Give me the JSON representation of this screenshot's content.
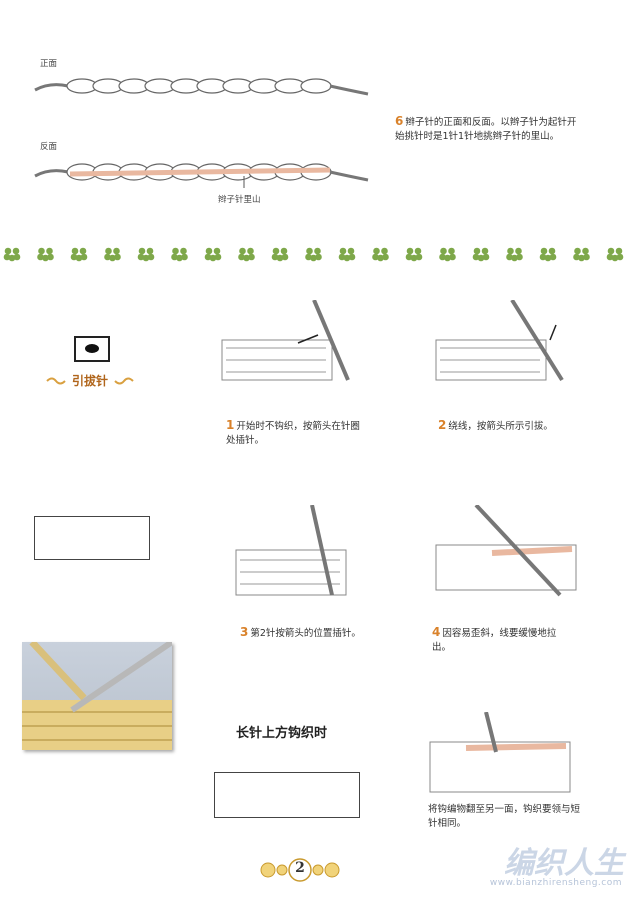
{
  "top": {
    "front_label": "正面",
    "back_label": "反面",
    "back_mount_label": "辫子针里山",
    "step6_num": "6",
    "step6_text": "辫子针的正面和反面。以辫子针为起针开始挑针时是1针1针地挑辫子针的里山。"
  },
  "section": {
    "title": "引拔针"
  },
  "steps": [
    {
      "num": "1",
      "text": "开始时不钩织，按箭头在针圈处插针。"
    },
    {
      "num": "2",
      "text": "绕线，按箭头所示引拔。"
    },
    {
      "num": "3",
      "text": "第2针按箭头的位置插针。"
    },
    {
      "num": "4",
      "text": "因容易歪斜，线要缓慢地拉出。"
    }
  ],
  "subsection": {
    "title": "长针上方钩织时",
    "caption": "将钩编物翻至另一面，钩织要领与短针相同。"
  },
  "footer": {
    "page_number": "2"
  },
  "watermark": {
    "text": "编织人生",
    "url": "www.bianzhirensheng.com"
  },
  "colors": {
    "accent": "#d9822b",
    "yarn_pink": "#e9b8a0",
    "leaf_green": "#7ea84a",
    "photo_yarn": "#e8cf86"
  }
}
